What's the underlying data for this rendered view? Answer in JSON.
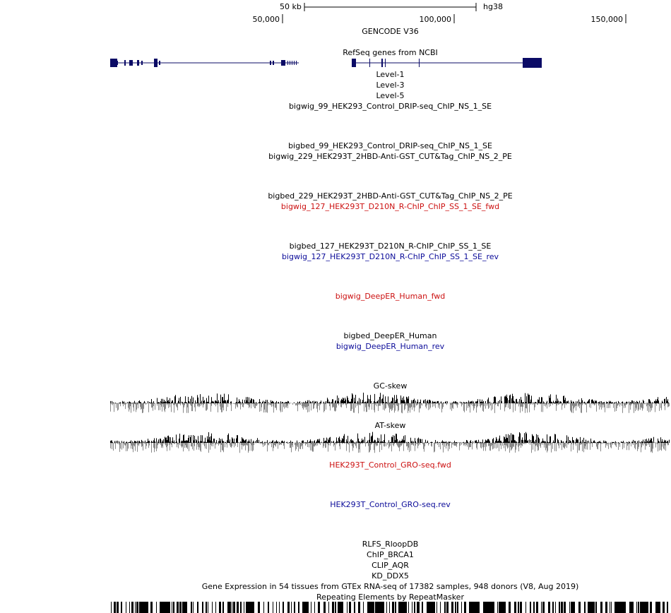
{
  "ruler": {
    "scale_label": "50 kb",
    "assembly": "hg38",
    "ticks": [
      {
        "label": "50,000",
        "pos": 50000
      },
      {
        "label": "100,000",
        "pos": 100000
      },
      {
        "label": "150,000",
        "pos": 150000
      }
    ]
  },
  "tracks": {
    "gencode": "GENCODE V36",
    "refseq": "RefSeq genes from NCBI",
    "level1": "Level-1",
    "level3": "Level-3",
    "level5": "Level-5",
    "bigwig_99": "bigwig_99_HEK293_Control_DRIP-seq_ChIP_NS_1_SE",
    "bigbed_99": "bigbed_99_HEK293_Control_DRIP-seq_ChIP_NS_1_SE",
    "bigwig_229": "bigwig_229_HEK293T_2HBD-Anti-GST_CUT&Tag_ChIP_NS_2_PE",
    "bigbed_229": "bigbed_229_HEK293T_2HBD-Anti-GST_CUT&Tag_ChIP_NS_2_PE",
    "bigwig_127_fwd": "bigwig_127_HEK293T_D210N_R-ChIP_ChIP_SS_1_SE_fwd",
    "bigbed_127": "bigbed_127_HEK293T_D210N_R-ChIP_ChIP_SS_1_SE",
    "bigwig_127_rev": "bigwig_127_HEK293T_D210N_R-ChIP_ChIP_SS_1_SE_rev",
    "deeper_fwd": "bigwig_DeepER_Human_fwd",
    "deeper_bed": "bigbed_DeepER_Human",
    "deeper_rev": "bigwig_DeepER_Human_rev",
    "gc_skew": "GC-skew",
    "at_skew": "AT-skew",
    "gro_fwd": "HEK293T_Control_GRO-seq.fwd",
    "gro_rev": "HEK293T_Control_GRO-seq.rev",
    "rlfs": "RLFS_RloopDB",
    "chip_brca1": "ChIP_BRCA1",
    "clip_aqr": "CLIP_AQR",
    "kd_ddx5": "KD_DDX5",
    "gtex": "Gene Expression in 54 tissues from GTEx RNA-seq of 17382 samples, 948 donors (V8, Aug 2019)",
    "repeatmasker": "Repeating Elements by RepeatMasker"
  },
  "colors": {
    "gene": "#0b0b66",
    "fwd": "#cc1111",
    "rev": "#0b0b99",
    "skew_pos": "#000000",
    "skew_neg": "#888888"
  }
}
